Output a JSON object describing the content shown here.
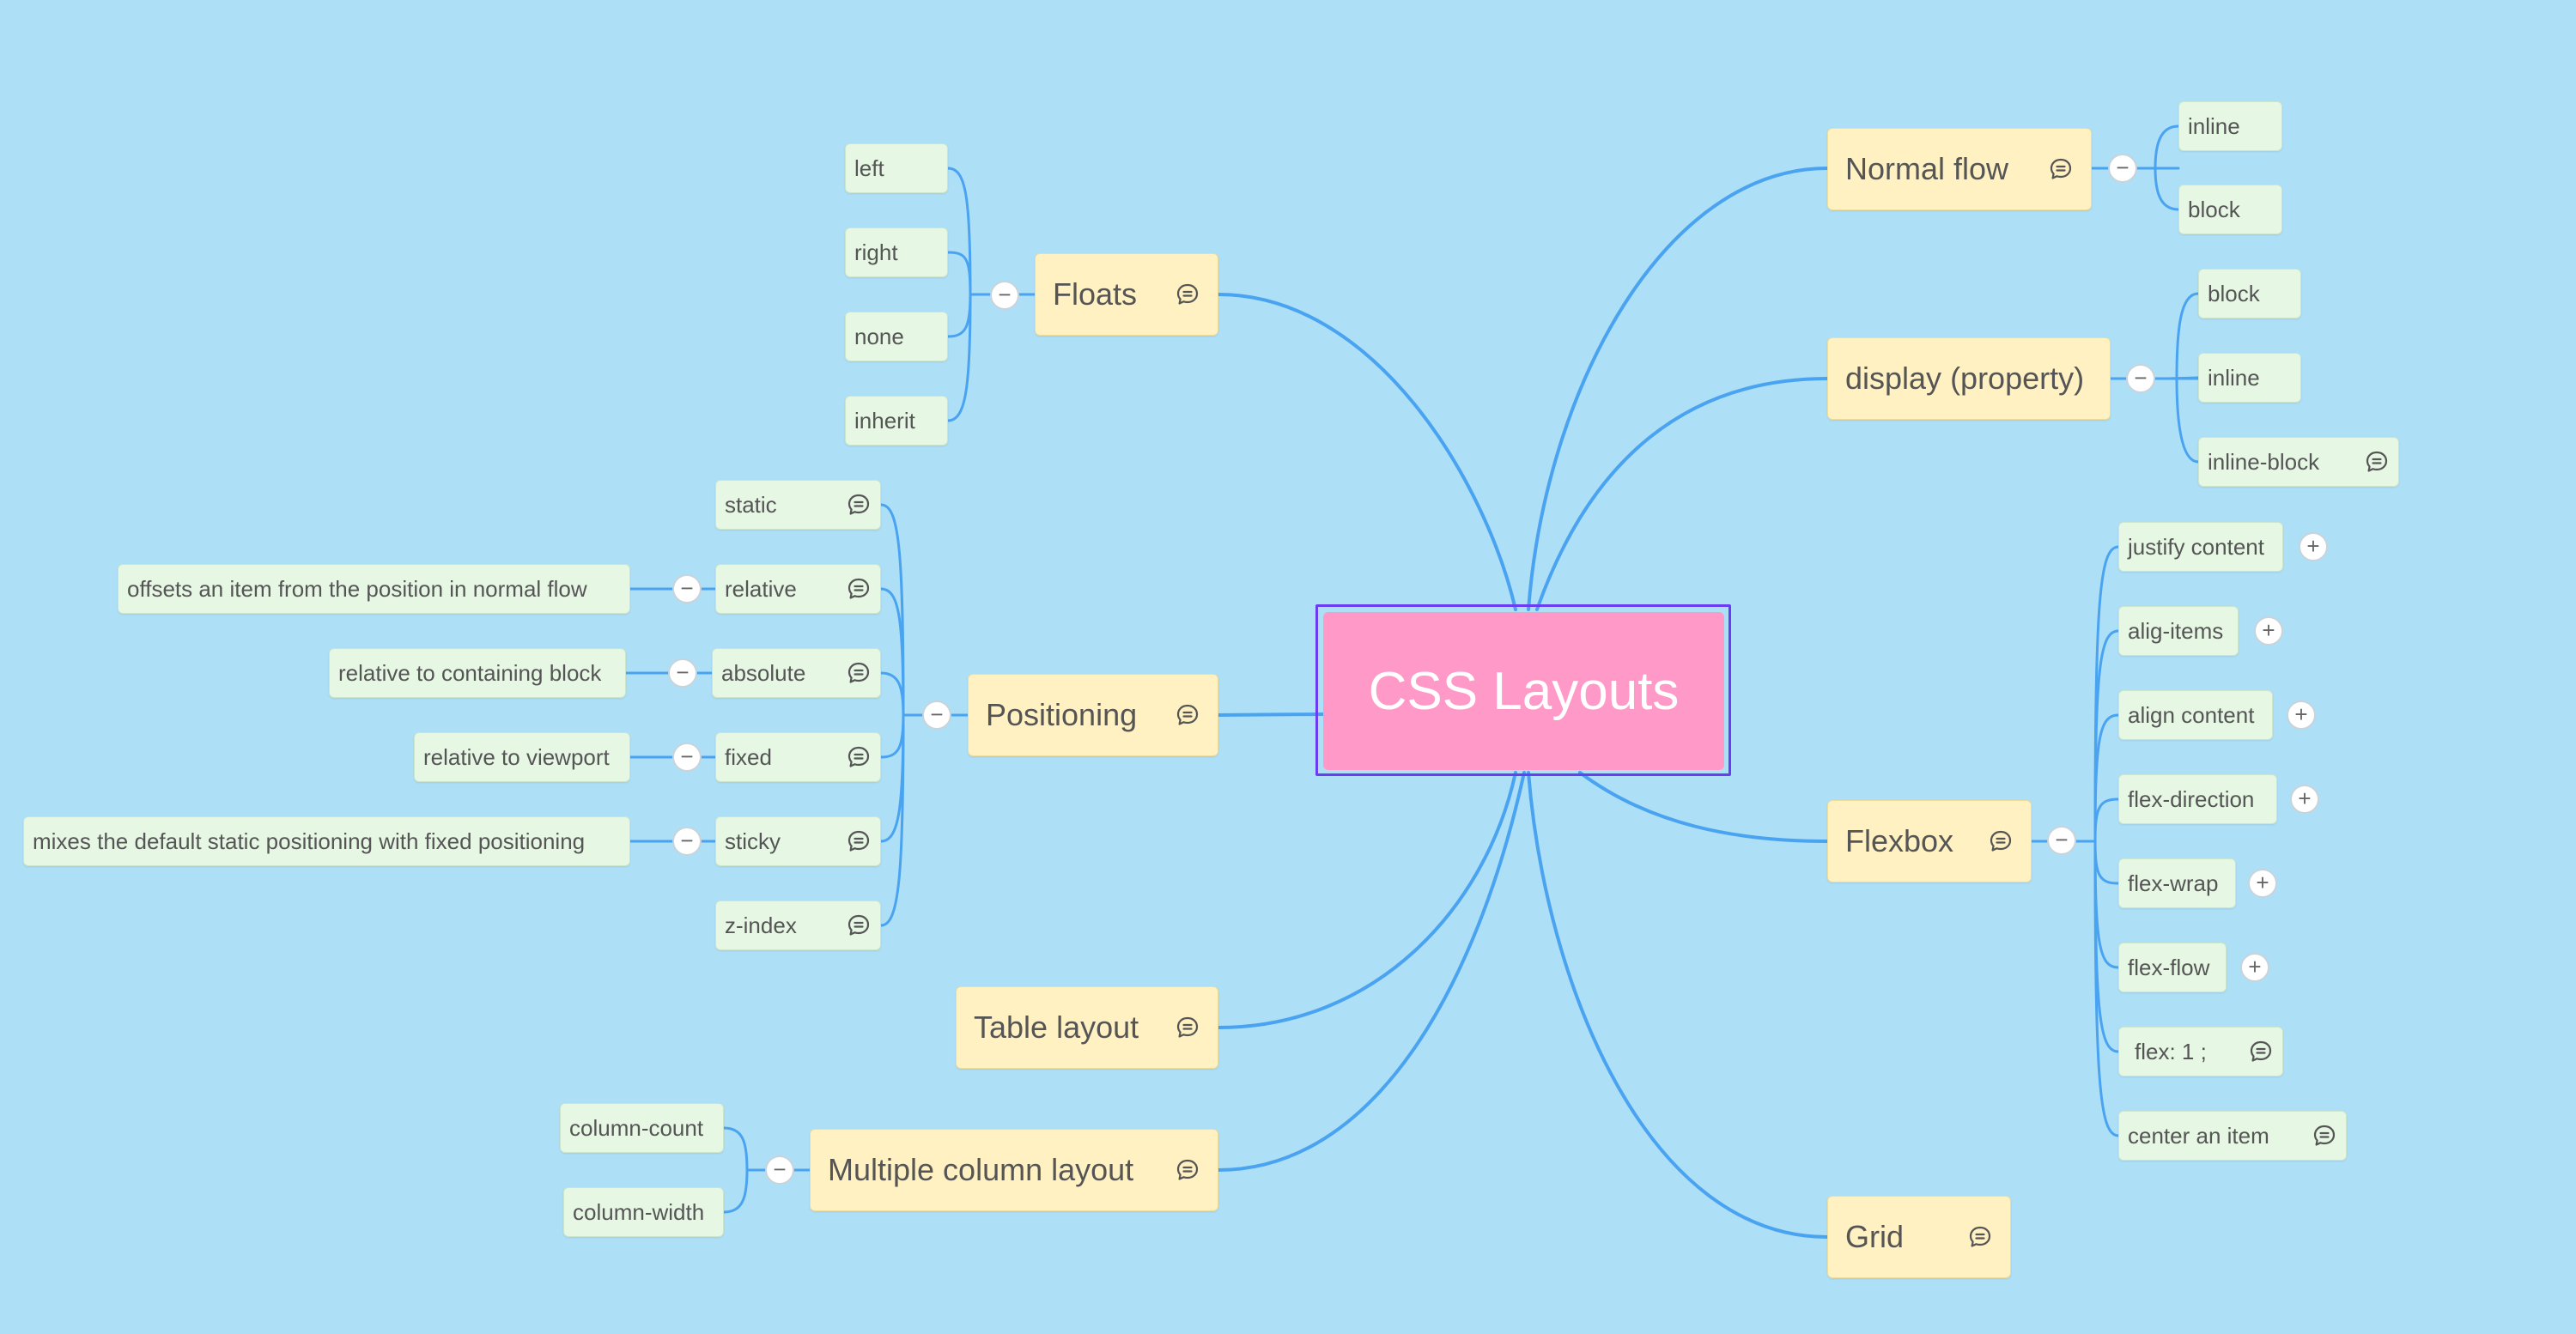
{
  "central": {
    "label": "CSS Layouts"
  },
  "colors": {
    "background": "#addff6",
    "link": "#4aa3f0",
    "central": "#ff9ac8",
    "selection": "#6a3df2",
    "main_topic": "#fff1c1",
    "sub_topic": "#e6f8e4"
  },
  "icons": {
    "note": "note-icon",
    "collapse": "collapse-icon",
    "expand": "expand-icon"
  },
  "topics": {
    "normal_flow": {
      "label": "Normal flow",
      "children": [
        "inline",
        "block"
      ]
    },
    "display": {
      "label": "display (property)",
      "children": [
        "block",
        "inline",
        "inline-block"
      ]
    },
    "flexbox": {
      "label": "Flexbox",
      "children": [
        "justify content",
        "alig-items",
        "align content",
        "flex-direction",
        "flex-wrap",
        "flex-flow",
        "flex: 1 ;",
        "center an item"
      ]
    },
    "grid": {
      "label": "Grid"
    },
    "floats": {
      "label": "Floats",
      "children": [
        "left",
        "right",
        "none",
        "inherit"
      ]
    },
    "positioning": {
      "label": "Positioning",
      "children": [
        "static",
        "relative",
        "absolute",
        "fixed",
        "sticky",
        "z-index"
      ],
      "details": {
        "relative": "offsets an item from the position in normal flow",
        "absolute": "relative to containing block",
        "fixed": "relative to viewport",
        "sticky": "mixes the default static positioning with fixed positioning"
      }
    },
    "table_layout": {
      "label": "Table layout"
    },
    "multicol": {
      "label": "Multiple column layout",
      "children": [
        "column-count",
        "column-width"
      ]
    }
  }
}
